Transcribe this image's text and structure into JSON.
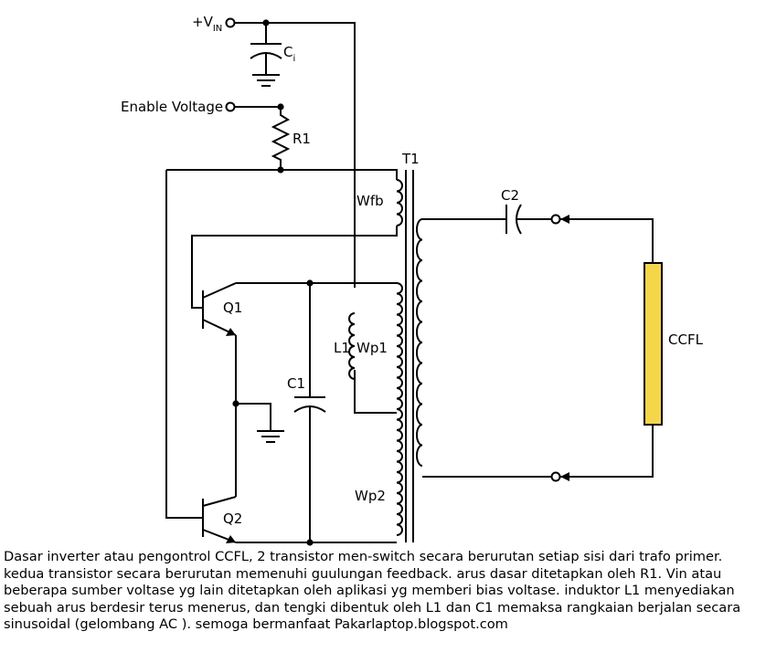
{
  "labels": {
    "vin_main": "+V",
    "vin_sub": "IN",
    "ci_main": "C",
    "ci_sub": "i",
    "enable": "Enable Voltage",
    "r1": "R1",
    "t1": "T1",
    "wfb": "Wfb",
    "q1": "Q1",
    "q2": "Q2",
    "l1": "L1",
    "wp1": "Wp1",
    "wp2": "Wp2",
    "c1": "C1",
    "c2": "C2",
    "ccfl": "CCFL"
  },
  "colors": {
    "wire": "#000000",
    "lamp_fill": "#f5d64a",
    "background": "#ffffff"
  },
  "caption": "Dasar inverter atau pengontrol CCFL, 2 transistor men-switch secara berurutan setiap sisi dari trafo primer. kedua transistor secara berurutan memenuhi guulungan feedback. arus dasar ditetapkan oleh R1. Vin atau beberapa sumber voltase yg lain ditetapkan oleh aplikasi yg memberi bias voltase. induktor L1 menyediakan sebuah arus berdesir terus menerus, dan tengki dibentuk oleh L1 dan C1 memaksa rangkaian berjalan secara sinusoidal (gelombang AC ). semoga bermanfaat Pakarlaptop.blogspot.com"
}
